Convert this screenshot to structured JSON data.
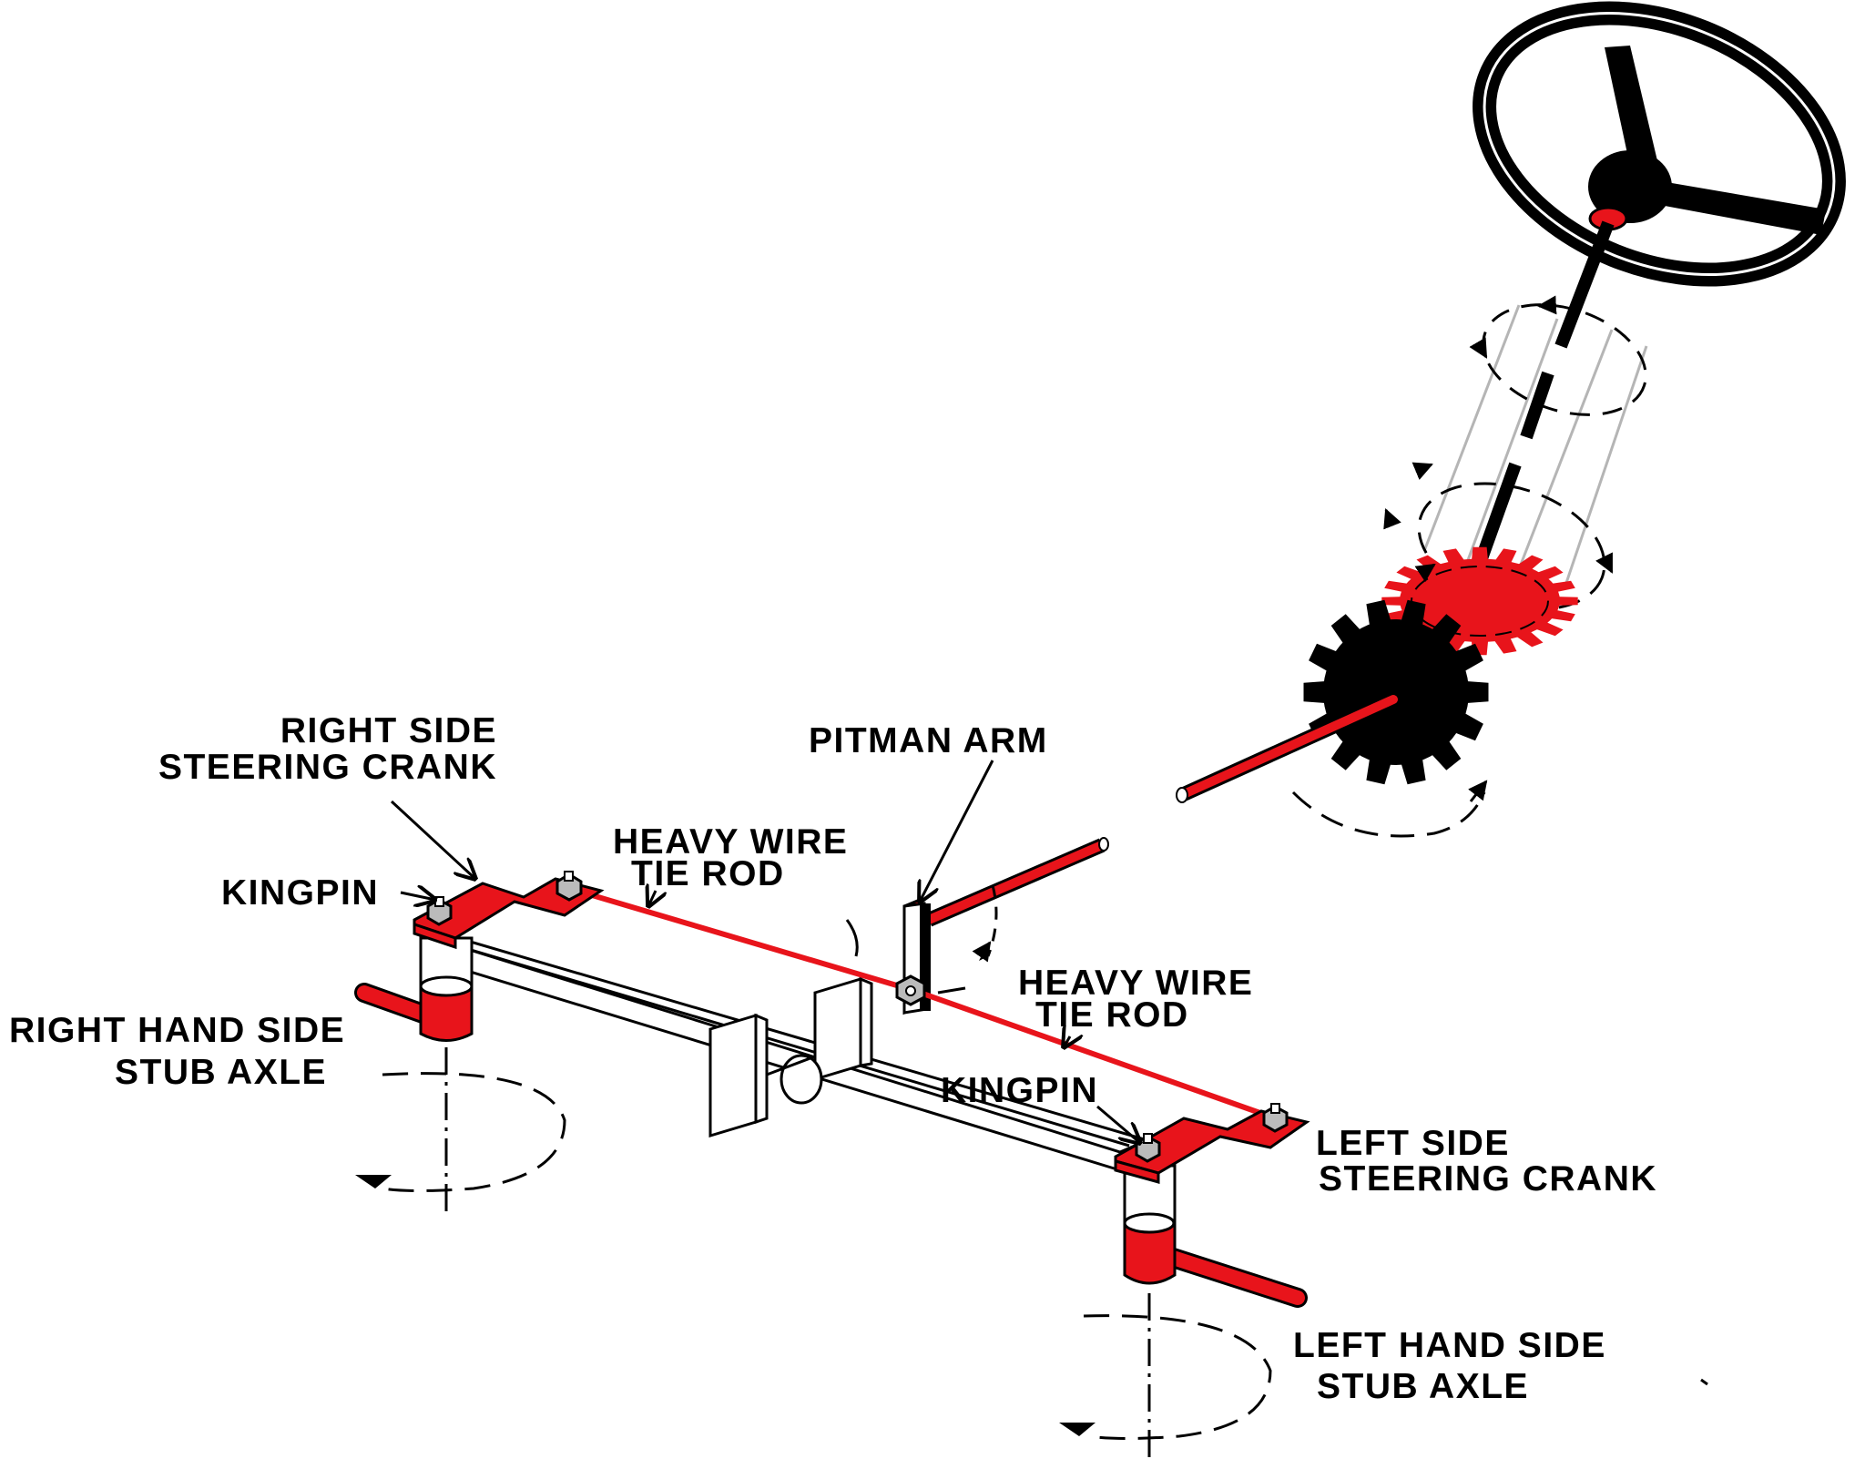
{
  "labels": {
    "right_crank": [
      "RIGHT SIDE",
      "STEERING CRANK"
    ],
    "kingpin_right": "KINGPIN",
    "right_stub_axle": [
      "RIGHT HAND SIDE",
      "STUB AXLE"
    ],
    "tie_rod_upper": [
      "HEAVY WIRE",
      "TIE ROD"
    ],
    "pitman_arm": "PITMAN ARM",
    "tie_rod_lower": [
      "HEAVY WIRE",
      "TIE ROD"
    ],
    "kingpin_left": "KINGPIN",
    "left_crank": [
      "LEFT SIDE",
      "STEERING CRANK"
    ],
    "left_stub_axle": [
      "LEFT HAND SIDE",
      "STUB AXLE"
    ]
  },
  "colors": {
    "accent": "#e8141b",
    "ink": "#000000",
    "frame": "#ffffff",
    "guide": "#b5b5b5"
  }
}
